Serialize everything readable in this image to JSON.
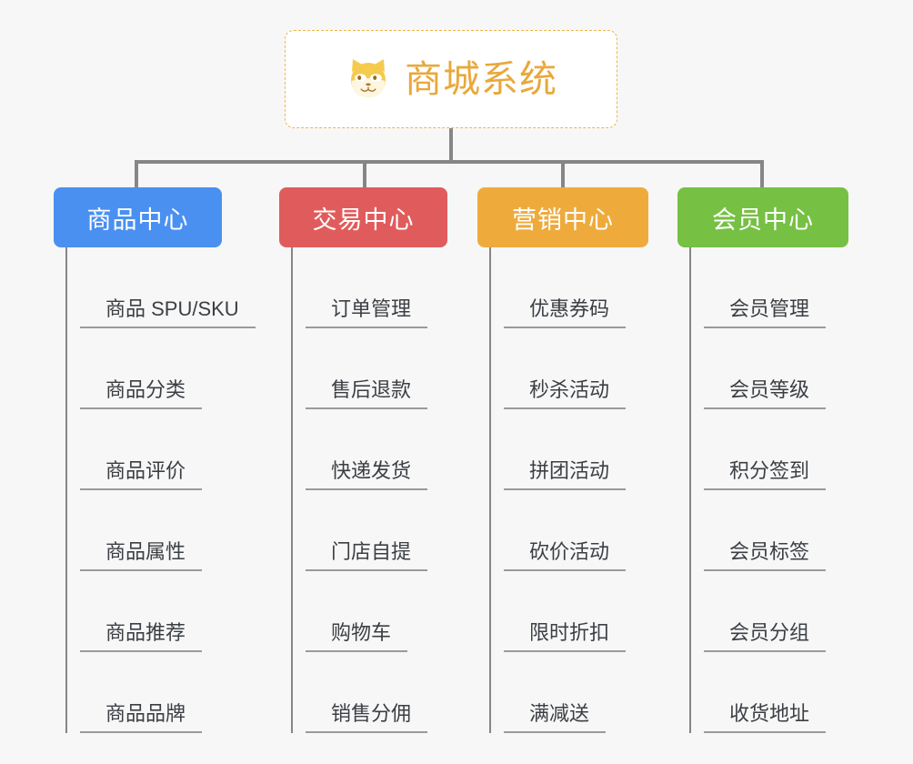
{
  "root": {
    "title": "商城系统",
    "icon": "shiba-dog-icon",
    "title_color": "#e9a83b",
    "border_color": "#f0b44a"
  },
  "branches": [
    {
      "label": "商品中心",
      "color": "#4a90f0",
      "items": [
        "商品 SPU/SKU",
        "商品分类",
        "商品评价",
        "商品属性",
        "商品推荐",
        "商品品牌"
      ]
    },
    {
      "label": "交易中心",
      "color": "#e05c5c",
      "items": [
        "订单管理",
        "售后退款",
        "快递发货",
        "门店自提",
        "购物车",
        "销售分佣"
      ]
    },
    {
      "label": "营销中心",
      "color": "#eeab3c",
      "items": [
        "优惠券码",
        "秒杀活动",
        "拼团活动",
        "砍价活动",
        "限时折扣",
        "满减送"
      ]
    },
    {
      "label": "会员中心",
      "color": "#76c043",
      "items": [
        "会员管理",
        "会员等级",
        "积分签到",
        "会员标签",
        "会员分组",
        "收货地址"
      ]
    }
  ]
}
